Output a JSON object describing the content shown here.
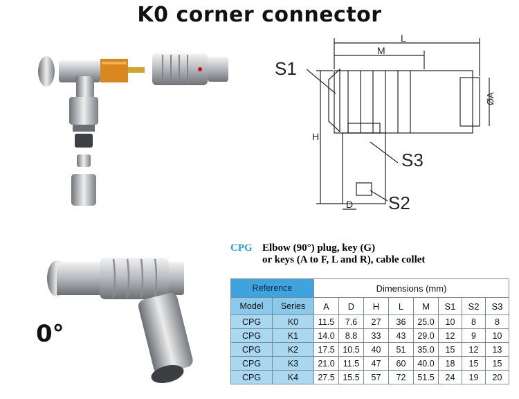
{
  "title": "K0 corner connector",
  "angle_label": "0°",
  "drawing": {
    "labels": {
      "L": "L",
      "M": "M",
      "S1": "S1",
      "H": "H",
      "A": "ØA",
      "S3": "S3",
      "D": "D",
      "S2": "S2"
    }
  },
  "caption": {
    "code": "CPG",
    "line1": "Elbow (90°) plug, key (G)",
    "line2": "or keys (A to F, L and R), cable collet"
  },
  "table": {
    "reference_label": "Reference",
    "dimensions_label": "Dimensions (mm)",
    "columns": [
      "Model",
      "Series",
      "A",
      "D",
      "H",
      "L",
      "M",
      "S1",
      "S2",
      "S3"
    ],
    "rows": [
      [
        "CPG",
        "K0",
        "11.5",
        "7.6",
        "27",
        "36",
        "25.0",
        "10",
        "8",
        "8"
      ],
      [
        "CPG",
        "K1",
        "14.0",
        "8.8",
        "33",
        "43",
        "29.0",
        "12",
        "9",
        "10"
      ],
      [
        "CPG",
        "K2",
        "17.5",
        "10.5",
        "40",
        "51",
        "35.0",
        "15",
        "12",
        "13"
      ],
      [
        "CPG",
        "K3",
        "21.0",
        "11.5",
        "47",
        "60",
        "40.0",
        "18",
        "15",
        "15"
      ],
      [
        "CPG",
        "K4",
        "27.5",
        "15.5",
        "57",
        "72",
        "51.5",
        "24",
        "19",
        "20"
      ]
    ]
  },
  "colors": {
    "accent": "#2a9ad3",
    "table_header": "#3fa3de",
    "table_left_cells": "#a9d8f0"
  }
}
